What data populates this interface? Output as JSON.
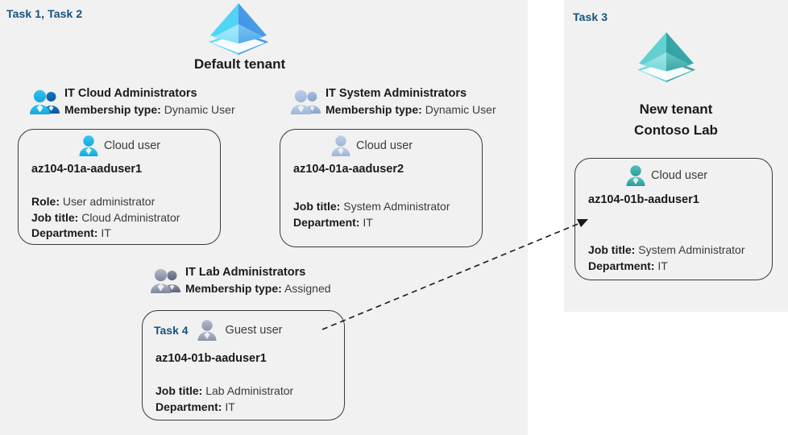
{
  "colors": {
    "panel_bg": "#f1f1f1",
    "page_bg": "#ffffff",
    "task_label": "#16537e",
    "card_border": "#3a3a3a",
    "text_bold": "#1a1a1a",
    "text_normal": "#3b3b3b",
    "tenant_default_blue_light": "#51d4f5",
    "tenant_default_blue_dark": "#3f8fe0",
    "tenant_new_teal_light": "#5bc8c8",
    "tenant_new_teal_dark": "#2f9c9c",
    "person_cyan": "#29b6e8",
    "person_blue_dark": "#0f6cbd",
    "person_steel": "#9db6d6",
    "person_teal": "#39a8a8",
    "person_gray": "#8e93a6",
    "arrow": "#1a1a1a"
  },
  "left_panel": {
    "task_label": "Task 1, Task 2",
    "tenant": {
      "icon": "azure-ad-tenant-icon",
      "title": "Default tenant"
    },
    "groups": [
      {
        "icon": "group-users-icon",
        "name": "IT Cloud Administrators",
        "membership_label": "Membership type:",
        "membership_value": "Dynamic User",
        "card": {
          "user_icon": "cloud-user-icon",
          "kind": "Cloud user",
          "upn": "az104-01a-aaduser1",
          "props": [
            {
              "label": "Role:",
              "value": "User administrator"
            },
            {
              "label": "Job title:",
              "value": "Cloud Administrator"
            },
            {
              "label": "Department:",
              "value": "IT"
            }
          ]
        }
      },
      {
        "icon": "group-users-icon",
        "name": "IT System Administrators",
        "membership_label": "Membership type:",
        "membership_value": "Dynamic User",
        "card": {
          "user_icon": "cloud-user-icon",
          "kind": "Cloud user",
          "upn": "az104-01a-aaduser2",
          "props": [
            {
              "label": "Job title:",
              "value": "System Administrator"
            },
            {
              "label": "Department:",
              "value": "IT"
            }
          ]
        }
      },
      {
        "icon": "group-users-icon",
        "name": "IT Lab Administrators",
        "membership_label": "Membership type:",
        "membership_value": "Assigned",
        "card": {
          "task_tag": "Task 4",
          "user_icon": "guest-user-icon",
          "kind": "Guest user",
          "upn": "az104-01b-aaduser1",
          "props": [
            {
              "label": "Job title:",
              "value": "Lab Administrator"
            },
            {
              "label": "Department:",
              "value": "IT"
            }
          ]
        }
      }
    ]
  },
  "right_panel": {
    "task_label": "Task 3",
    "tenant": {
      "icon": "azure-ad-tenant-icon",
      "title_line1": "New  tenant",
      "title_line2": "Contoso Lab"
    },
    "card": {
      "user_icon": "cloud-user-icon",
      "kind": "Cloud user",
      "upn": "az104-01b-aaduser1",
      "props": [
        {
          "label": "Job title:",
          "value": "System Administrator"
        },
        {
          "label": "Department:",
          "value": "IT"
        }
      ]
    }
  },
  "connector": {
    "name": "guest-invite-arrow",
    "style": "dashed-arrow",
    "from": "IT Lab Administrators guest user card",
    "to": "Contoso Lab cloud user card"
  }
}
